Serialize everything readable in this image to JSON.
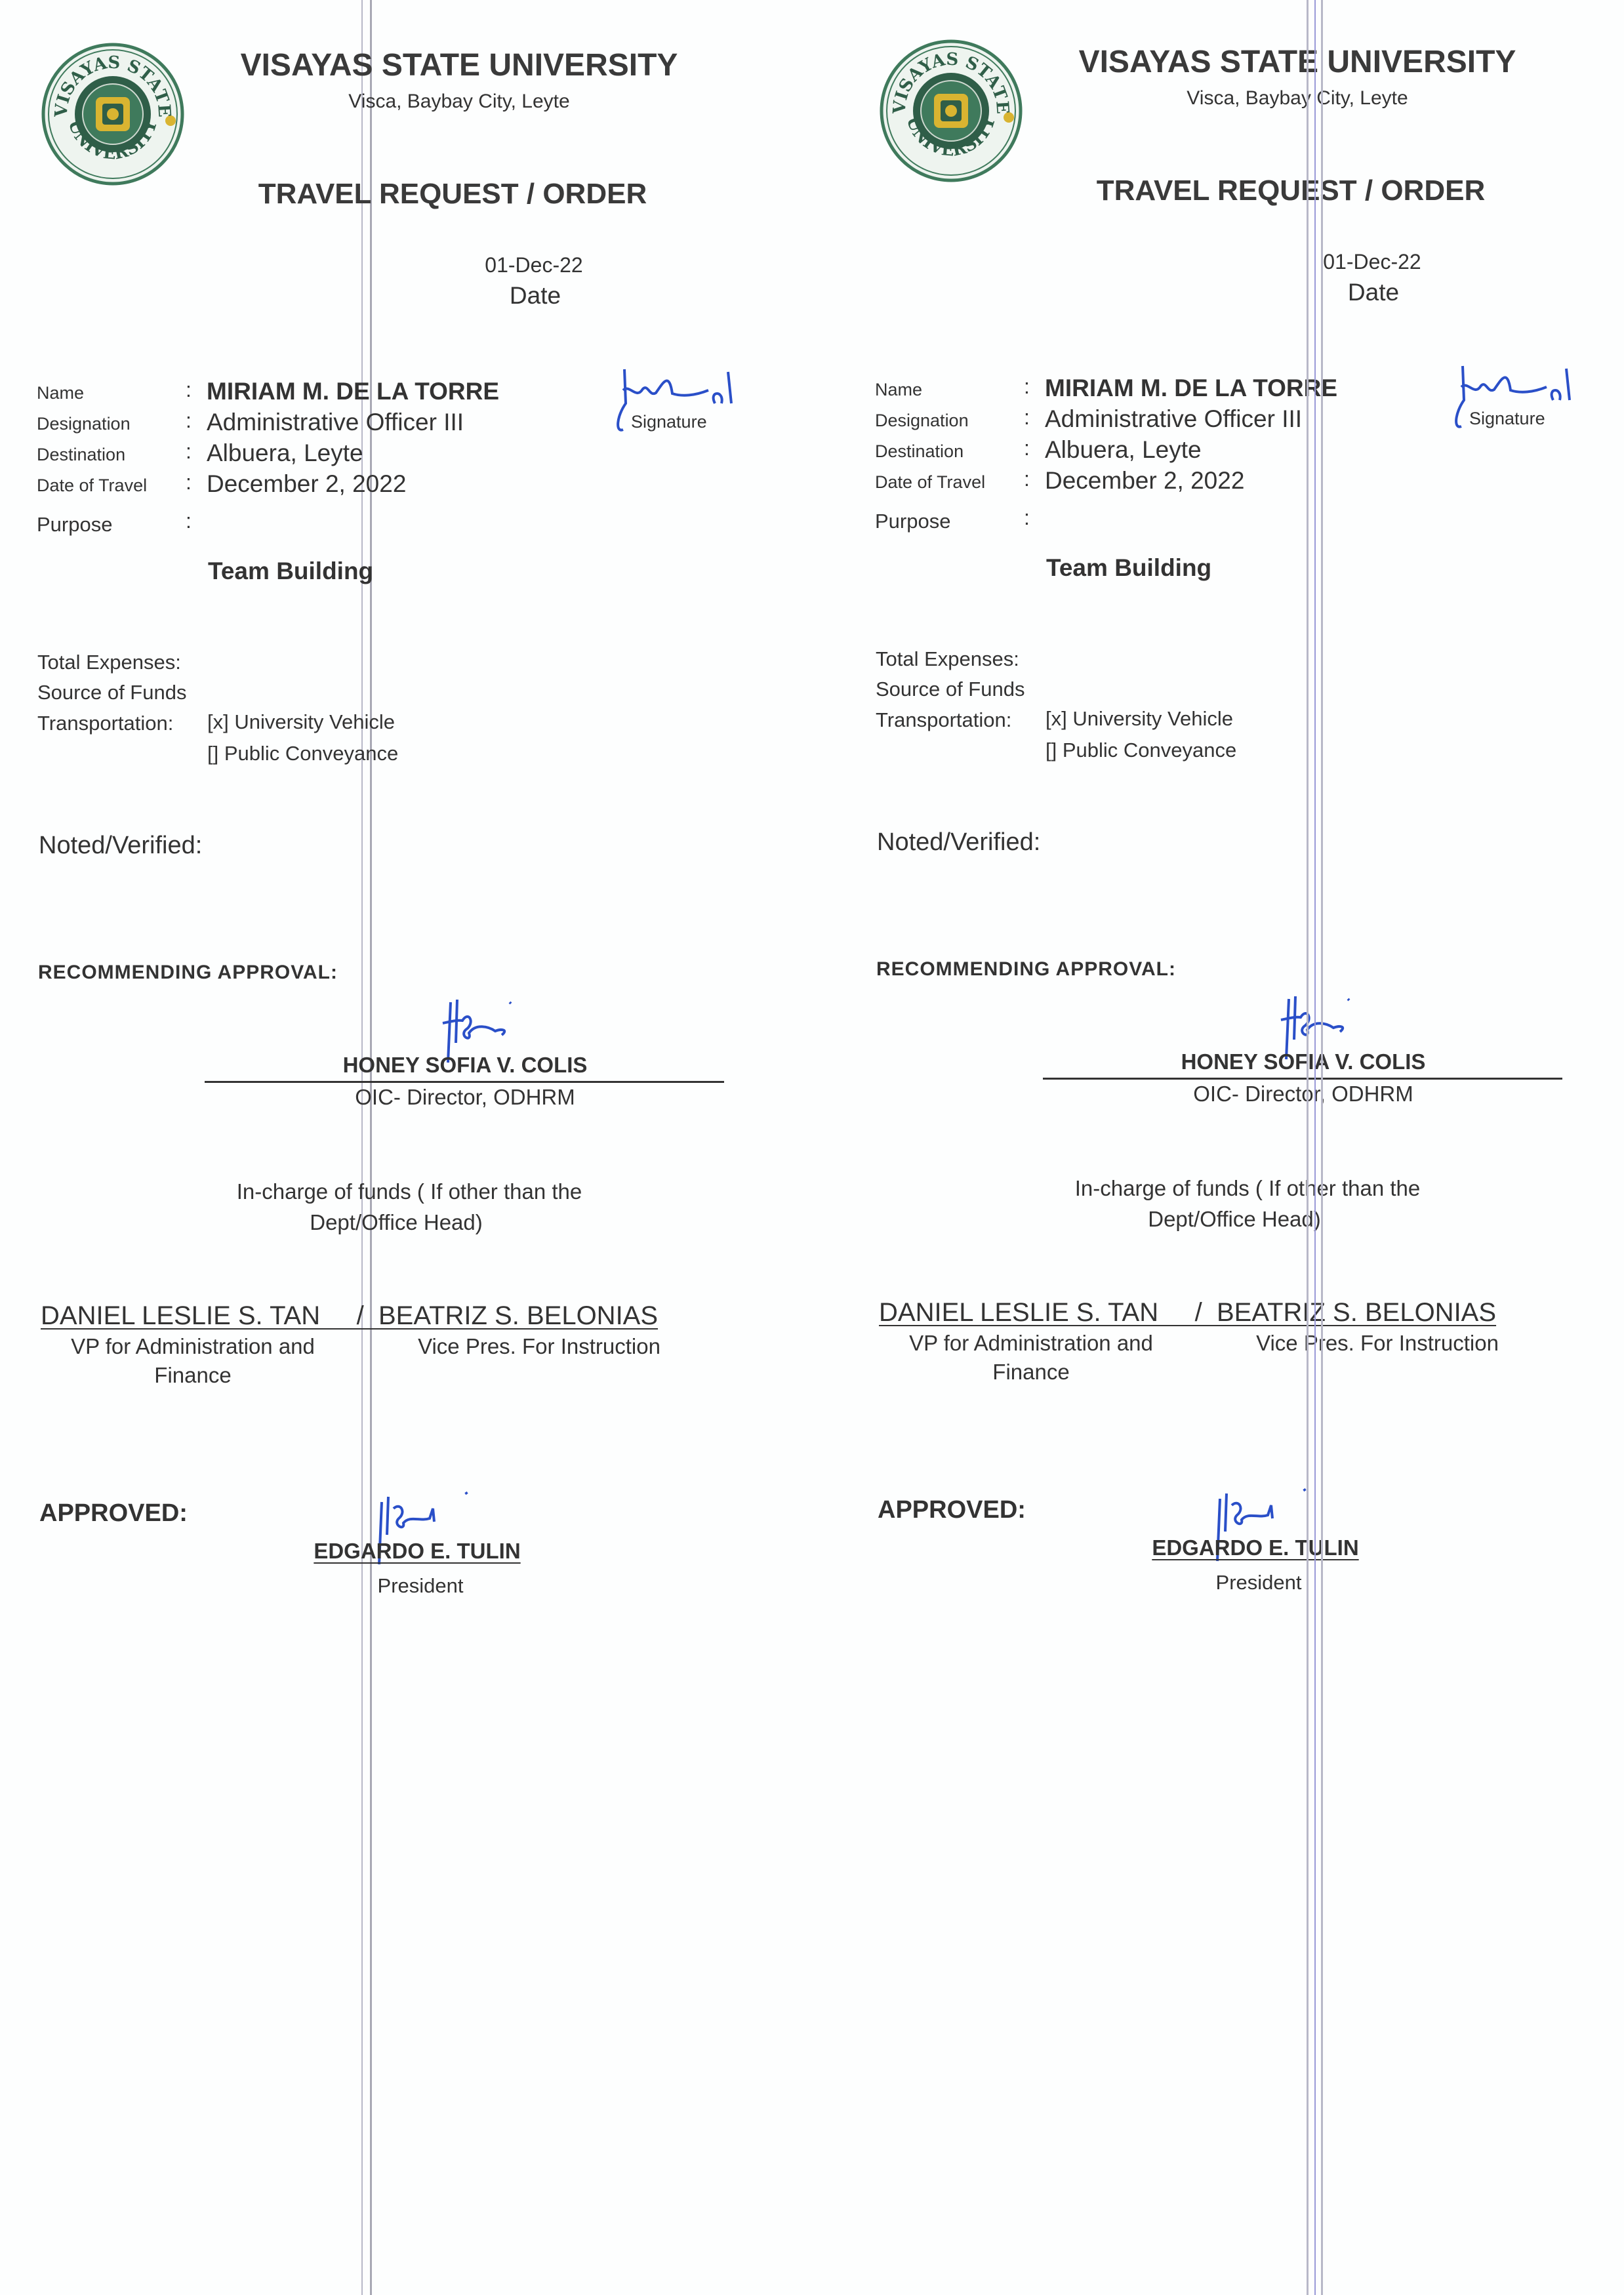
{
  "header": {
    "university": "VISAYAS STATE UNIVERSITY",
    "address": "Visca, Baybay City, Leyte",
    "logo_text": "VISAYAS STATE UNIVERSITY",
    "form_title": "TRAVEL REQUEST / ORDER"
  },
  "date": {
    "value": "01-Dec-22",
    "label": "Date"
  },
  "fields": {
    "name_label": "Name",
    "name": "MIRIAM M. DE LA TORRE",
    "designation_label": "Designation",
    "designation": "Administrative Officer III",
    "destination_label": "Destination",
    "destination": "Albuera, Leyte",
    "travel_date_label": "Date of Travel",
    "travel_date": "December 2, 2022",
    "purpose_label": "Purpose",
    "purpose": "Team Building",
    "colon": ":",
    "signature_label": "Signature"
  },
  "expenses": {
    "total_label": "Total Expenses:",
    "source_label": "Source of Funds",
    "transport_label": "Transportation:",
    "transport_options": [
      "[x] University Vehicle",
      "[] Public Conveyance"
    ]
  },
  "approvals": {
    "noted": "Noted/Verified:",
    "recommending": "RECOMMENDING APPROVAL:",
    "recommender_name": "HONEY SOFIA V. COLIS",
    "recommender_position": "OIC- Director, ODHRM",
    "funds_line1": "In-charge of  funds ( If other than the",
    "funds_line2": "Dept/Office Head)",
    "funds_names": "DANIEL LESLIE S. TAN     /  BEATRIZ S. BELONIAS",
    "vp1_line1": "VP for Administration and",
    "vp1_line2": "Finance",
    "vp2": "Vice Pres. For Instruction",
    "approved": "APPROVED:",
    "approver_name": "EDGARDO E. TULIN",
    "approver_position": "President"
  },
  "colors": {
    "ink": "#333333",
    "signature": "#2a4fc8",
    "seal_green": "#3f7a5c",
    "seal_gold": "#d9b431"
  }
}
